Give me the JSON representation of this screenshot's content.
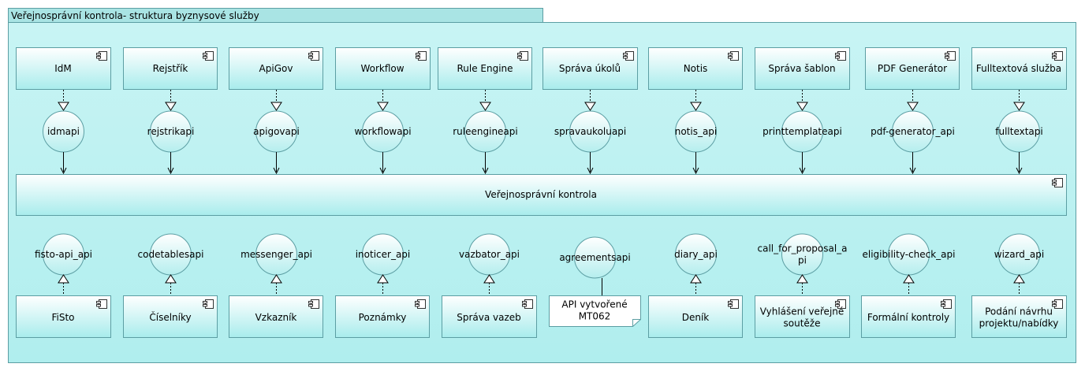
{
  "package": {
    "title": "Veřejnosprávní kontrola- struktura byznysové služby"
  },
  "colors": {
    "fill_light": "#ffffff",
    "fill_dark": "#a8ecec",
    "stroke": "#5c9ea3",
    "tab_fill": "#a9e4e4"
  },
  "main_component": {
    "label": "Veřejnosprávní kontrola"
  },
  "top_components": [
    {
      "label": "IdM",
      "interface": "idmapi"
    },
    {
      "label": "Rejstřík",
      "interface": "rejstrikapi"
    },
    {
      "label": "ApiGov",
      "interface": "apigovapi"
    },
    {
      "label": "Workflow",
      "interface": "workflowapi"
    },
    {
      "label": "Rule Engine",
      "interface": "ruleengineapi"
    },
    {
      "label": "Správa úkolů",
      "interface": "spravaukoluapi"
    },
    {
      "label": "Notis",
      "interface": "notis_api"
    },
    {
      "label": "Správa šablon",
      "interface": "printtemplateapi"
    },
    {
      "label": "PDF Generátor",
      "interface": "pdf-generator_api"
    },
    {
      "label": "Fulltextová služba",
      "interface": "fulltextapi"
    }
  ],
  "bottom_components": [
    {
      "label": [
        "FiSto"
      ],
      "interface": [
        "fisto-api_api"
      ]
    },
    {
      "label": [
        "Číselníky"
      ],
      "interface": [
        "codetablesapi"
      ]
    },
    {
      "label": [
        "Vzkazník"
      ],
      "interface": [
        "messenger_api"
      ]
    },
    {
      "label": [
        "Poznámky"
      ],
      "interface": [
        "inoticer_api"
      ]
    },
    {
      "label": [
        "Správa vazeb"
      ],
      "interface": [
        "vazbator_api"
      ]
    },
    {
      "label": [
        "API vytvořené",
        "MT062"
      ],
      "interface": [
        "agreementsapi"
      ],
      "note": true
    },
    {
      "label": [
        "Deník"
      ],
      "interface": [
        "diary_api"
      ]
    },
    {
      "label": [
        "Vyhlášení veřejné",
        "soutěže"
      ],
      "interface": [
        "call_for_proposal_a",
        "pi"
      ]
    },
    {
      "label": [
        "Formální kontroly"
      ],
      "interface": [
        "eligibility-check_api"
      ]
    },
    {
      "label": [
        "Podání návrhu",
        "projektu/nabídky"
      ],
      "interface": [
        "wizard_api"
      ]
    }
  ]
}
